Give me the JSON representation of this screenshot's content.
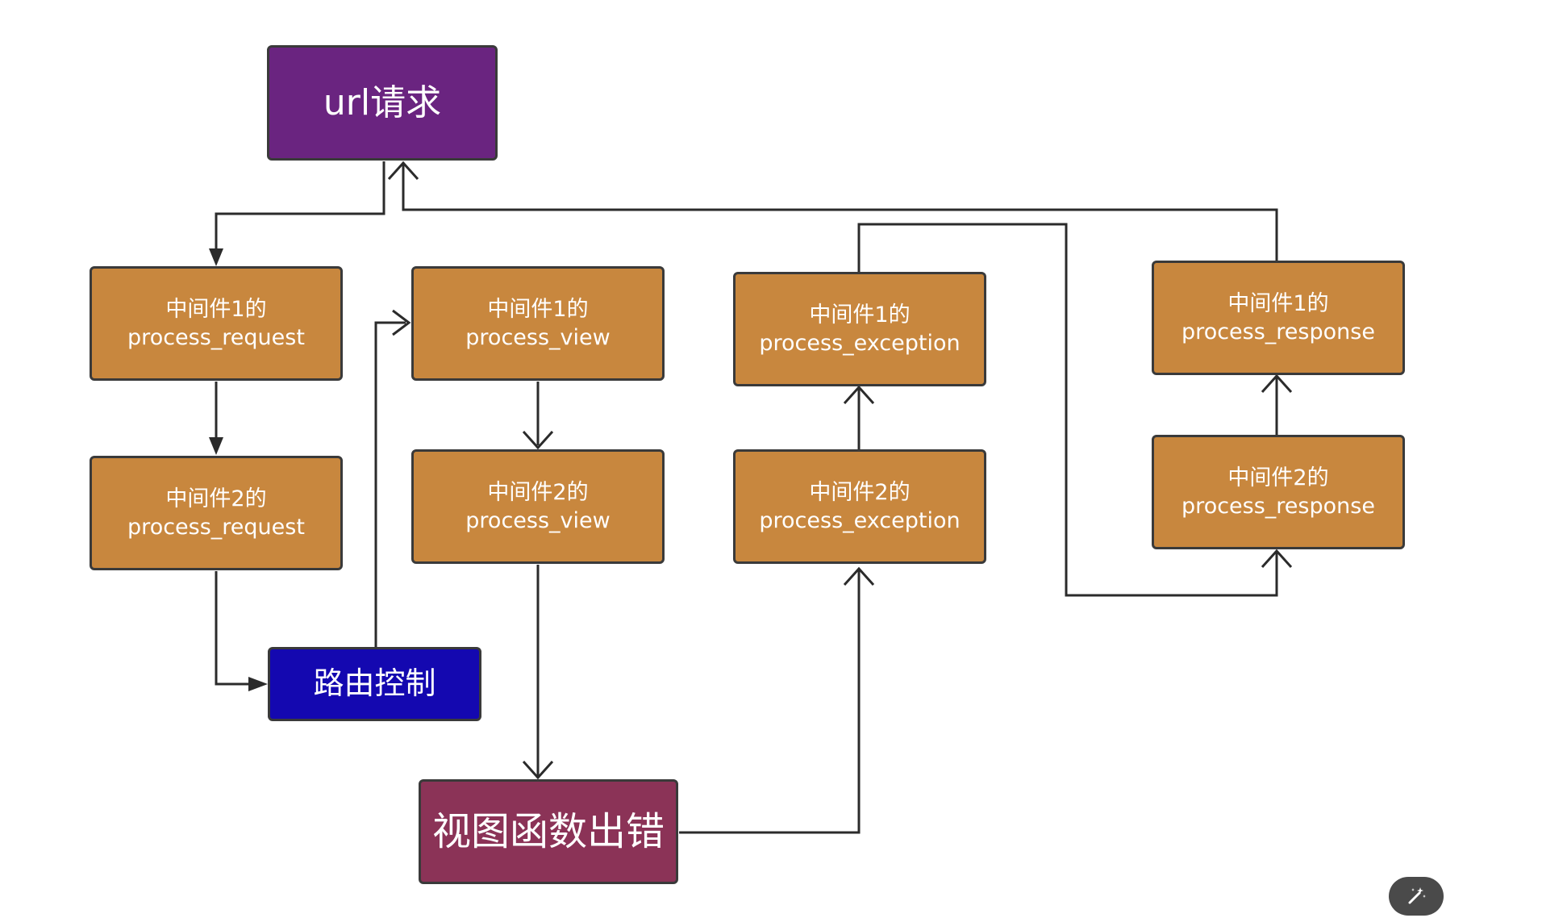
{
  "nodes": {
    "url_request": {
      "label": "url请求",
      "color": "#6a2480"
    },
    "mw1_request": {
      "line1": "中间件1的",
      "line2": "process_request"
    },
    "mw2_request": {
      "line1": "中间件2的",
      "line2": "process_request"
    },
    "route_control": {
      "label": "路由控制",
      "color": "#1408b0"
    },
    "mw1_view": {
      "line1": "中间件1的",
      "line2": "process_view"
    },
    "mw2_view": {
      "line1": "中间件2的",
      "line2": "process_view"
    },
    "view_error": {
      "label": "视图函数出错",
      "color": "#8b3357"
    },
    "mw1_exception": {
      "line1": "中间件1的",
      "line2": "process_exception"
    },
    "mw2_exception": {
      "line1": "中间件2的",
      "line2": "process_exception"
    },
    "mw1_response": {
      "line1": "中间件1的",
      "line2": "process_response"
    },
    "mw2_response": {
      "line1": "中间件2的",
      "line2": "process_response"
    }
  },
  "middleware_color": "#c8873e",
  "edges": [
    {
      "from": "url_request",
      "to": "mw1_request"
    },
    {
      "from": "mw1_request",
      "to": "mw2_request"
    },
    {
      "from": "mw2_request",
      "to": "route_control"
    },
    {
      "from": "route_control",
      "to": "mw1_view"
    },
    {
      "from": "mw1_view",
      "to": "mw2_view"
    },
    {
      "from": "mw2_view",
      "to": "view_error"
    },
    {
      "from": "view_error",
      "to": "mw2_exception"
    },
    {
      "from": "mw2_exception",
      "to": "mw1_exception"
    },
    {
      "from": "mw1_exception",
      "to": "mw2_response"
    },
    {
      "from": "mw2_response",
      "to": "mw1_response"
    },
    {
      "from": "mw1_response",
      "to": "url_request"
    }
  ],
  "fab": {
    "icon": "magic-wand-icon"
  }
}
